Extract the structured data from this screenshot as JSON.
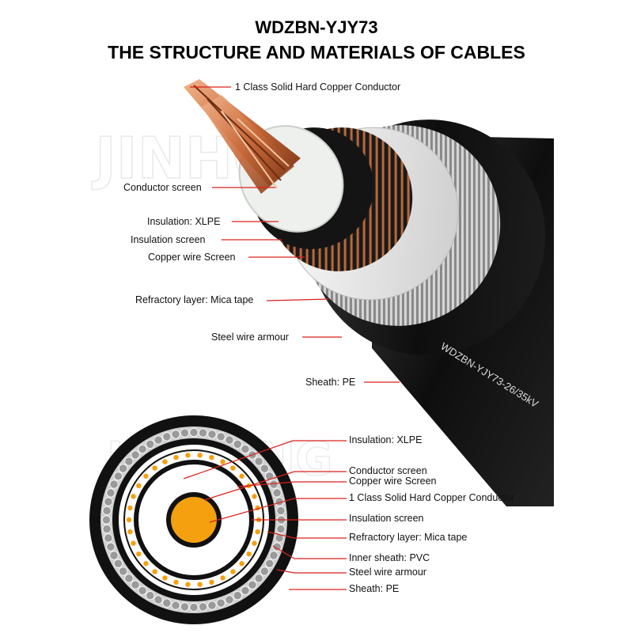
{
  "title": "WDZBN-YJY73",
  "subtitle": "THE STRUCTURE AND MATERIALS OF CABLES",
  "watermark": "JINHONG",
  "cable_print": "WDZBN-YJY73-26/35kV",
  "colors": {
    "leader": "#d9221c",
    "copper": "#f5a00e",
    "sheath": "#111111"
  },
  "top_labels": [
    "1 Class Solid Hard Copper Conductor",
    "Conductor screen",
    "Insulation: XLPE",
    "Insulation screen",
    "Copper wire Screen",
    "Refractory layer: Mica tape",
    "Steel wire armour",
    "Sheath: PE"
  ],
  "bottom_labels": [
    "Insulation: XLPE",
    "Conductor screen",
    "Copper wire Screen",
    "1 Class Solid Hard Copper Conductor",
    "Insulation screen",
    "Refractory layer: Mica tape",
    "Inner sheath: PVC",
    "Steel wire armour",
    "Sheath: PE"
  ]
}
